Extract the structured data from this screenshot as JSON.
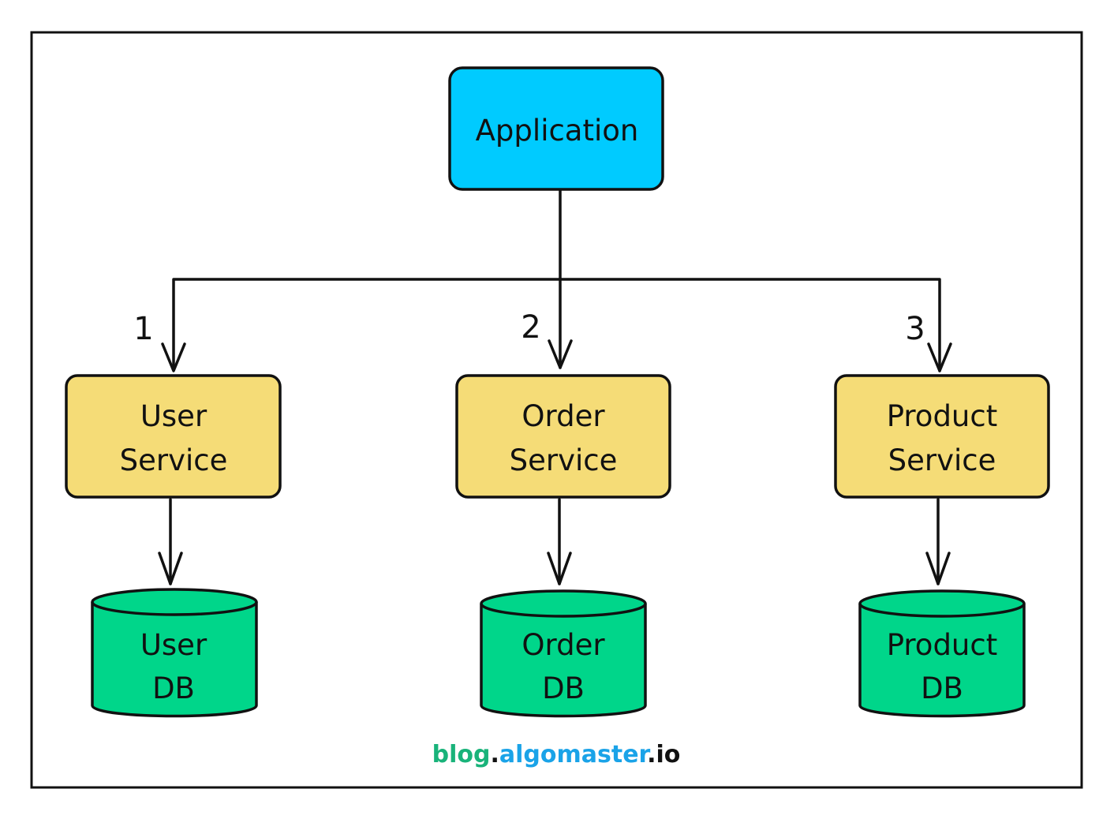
{
  "app": {
    "label": "Application",
    "color": "#00cbff"
  },
  "services": [
    {
      "line1": "User",
      "line2": "Service",
      "step": "1"
    },
    {
      "line1": "Order",
      "line2": "Service",
      "step": "2"
    },
    {
      "line1": "Product",
      "line2": "Service",
      "step": "3"
    }
  ],
  "databases": [
    {
      "line1": "User",
      "line2": "DB"
    },
    {
      "line1": "Order",
      "line2": "DB"
    },
    {
      "line1": "Product",
      "line2": "DB"
    }
  ],
  "colors": {
    "service_fill": "#f5dc77",
    "db_fill": "#00d68a",
    "stroke": "#111111",
    "footer_green": "#19b37a",
    "footer_blue": "#1aa3e8",
    "footer_dark": "#111111"
  },
  "footer": {
    "part1": "blog",
    "dot1": ".",
    "part2": "algomaster",
    "dot2": ".",
    "part3": "io"
  }
}
